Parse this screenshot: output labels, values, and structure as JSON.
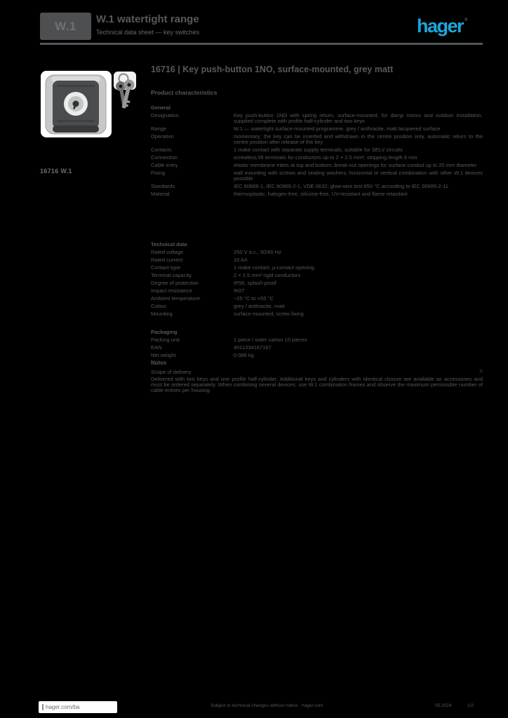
{
  "page": {
    "background": "#000000",
    "accent_blue": "#1ea5dc",
    "text_gray": "#58595b"
  },
  "header": {
    "family_badge": "W.1",
    "title": "W.1 watertight range",
    "subtitle": "Technical data sheet — key switches",
    "brand": "hager",
    "brand_reg": "®"
  },
  "product_image": {
    "caption": "16716 W.1",
    "icon": "key-switch-photo"
  },
  "main": {
    "title": "16716 | Key push-button 1NO, surface-mounted, grey matt",
    "section_heading": "Product characteristics",
    "general_subhead": "General",
    "rows": [
      {
        "label": "Designation",
        "value": "Key push-button 1NO with spring return, surface-mounted, for damp rooms and outdoor installation, supplied complete with profile half-cylinder and two keys"
      },
      {
        "label": "Range",
        "value": "W.1 — watertight surface-mounted programme, grey / anthracite, matt lacquered surface"
      },
      {
        "label": "Operation",
        "value": "momentary; the key can be inserted and withdrawn in the centre position only, automatic return to the centre position after release of the key"
      },
      {
        "label": "Contacts",
        "value": "1 make contact with separate supply terminals, suitable for SELV circuits"
      },
      {
        "label": "Connection",
        "value": "screwless lift terminals for conductors up to 2 × 2.5 mm², stripping length 9 mm"
      },
      {
        "label": "Cable entry",
        "value": "elastic membrane inlets at top and bottom, break-out openings for surface conduit up to 20 mm diameter"
      },
      {
        "label": "Fixing",
        "value": "wall mounting with screws and sealing washers; horizontal or vertical combination with other W.1 devices possible"
      },
      {
        "label": "Standards",
        "value": "IEC 60669-1, IEC 60669-2-1, VDE 0632; glow-wire test 650 °C according to IEC 60695-2-11"
      },
      {
        "label": "Material",
        "value": "thermoplastic, halogen-free, silicone-free, UV-resistant and flame retardant"
      }
    ],
    "tech": {
      "heading": "Technical data",
      "rows": [
        {
          "label": "Rated voltage",
          "value": "250 V a.c., 50/60 Hz"
        },
        {
          "label": "Rated current",
          "value": "10 AX"
        },
        {
          "label": "Contact type",
          "value": "1 make contact, µ-contact opening"
        },
        {
          "label": "Terminal capacity",
          "value": "2 × 2.5 mm² rigid conductors"
        },
        {
          "label": "Degree of protection",
          "value": "IP55, splash-proof"
        },
        {
          "label": "Impact resistance",
          "value": "IK07"
        },
        {
          "label": "Ambient temperature",
          "value": "−25 °C to +55 °C"
        },
        {
          "label": "Colour",
          "value": "grey / anthracite, matt"
        },
        {
          "label": "Mounting",
          "value": "surface-mounted, screw fixing"
        }
      ]
    },
    "packaging": {
      "heading": "Packaging",
      "rows": [
        {
          "label": "Packing unit",
          "value": "1 piece / outer carton 10 pieces"
        },
        {
          "label": "EAN",
          "value": "4011334167167"
        },
        {
          "label": "Net weight",
          "value": "0.086 kg"
        }
      ]
    },
    "notes": {
      "heading": "Notes",
      "scope_label": "Scope of delivery",
      "footnote_mark": "1)",
      "body": "Delivered with two keys and one profile half-cylinder. Additional keys and cylinders with identical closure are available as accessories and must be ordered separately. When combining several devices, use W.1 combination frames and observe the maximum permissible number of cable entries per housing."
    }
  },
  "footer": {
    "url": "hager.com/ba",
    "disclaimer": "Subject to technical changes without notice · hager.com",
    "date": "05.2024",
    "page": "1/2"
  }
}
